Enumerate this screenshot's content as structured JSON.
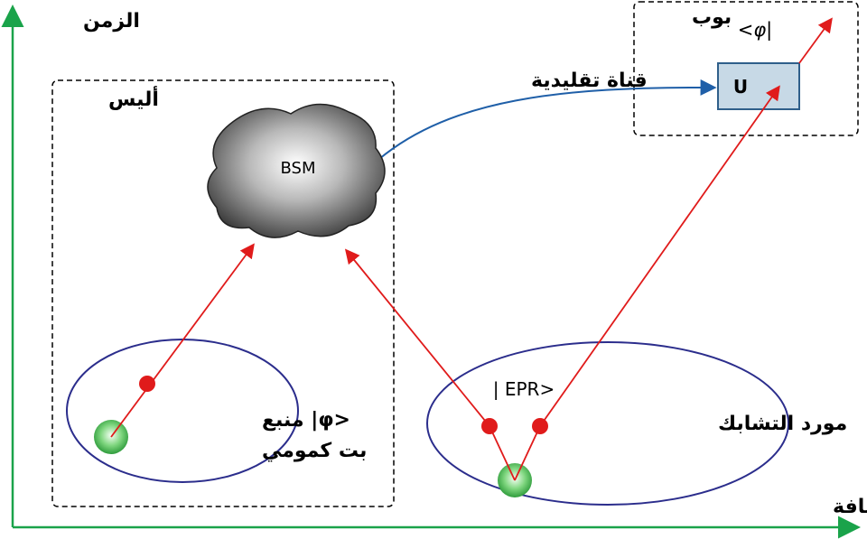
{
  "axes": {
    "y_label": "الزمن",
    "x_label": "المسافة"
  },
  "alice": {
    "label": "أليس",
    "bsm_label": "BSM",
    "source": {
      "line1": "<φ| منبع",
      "line2": "بت كمومي"
    }
  },
  "bob": {
    "label": "بوب",
    "state_label": "<φ|",
    "unitary_label": "U"
  },
  "channel": {
    "label": "قناة تقليدية"
  },
  "entanglement": {
    "label": "مورد التشابك",
    "state_label": "| EPR>"
  },
  "colors": {
    "axis": "#1aa34a",
    "arrow": "#e01b1b",
    "channel": "#1f5fa8",
    "ellipse": "#2b2d8c",
    "bob_box_fill": "#c7d9e6",
    "bob_box_stroke": "#2f5f8a"
  }
}
